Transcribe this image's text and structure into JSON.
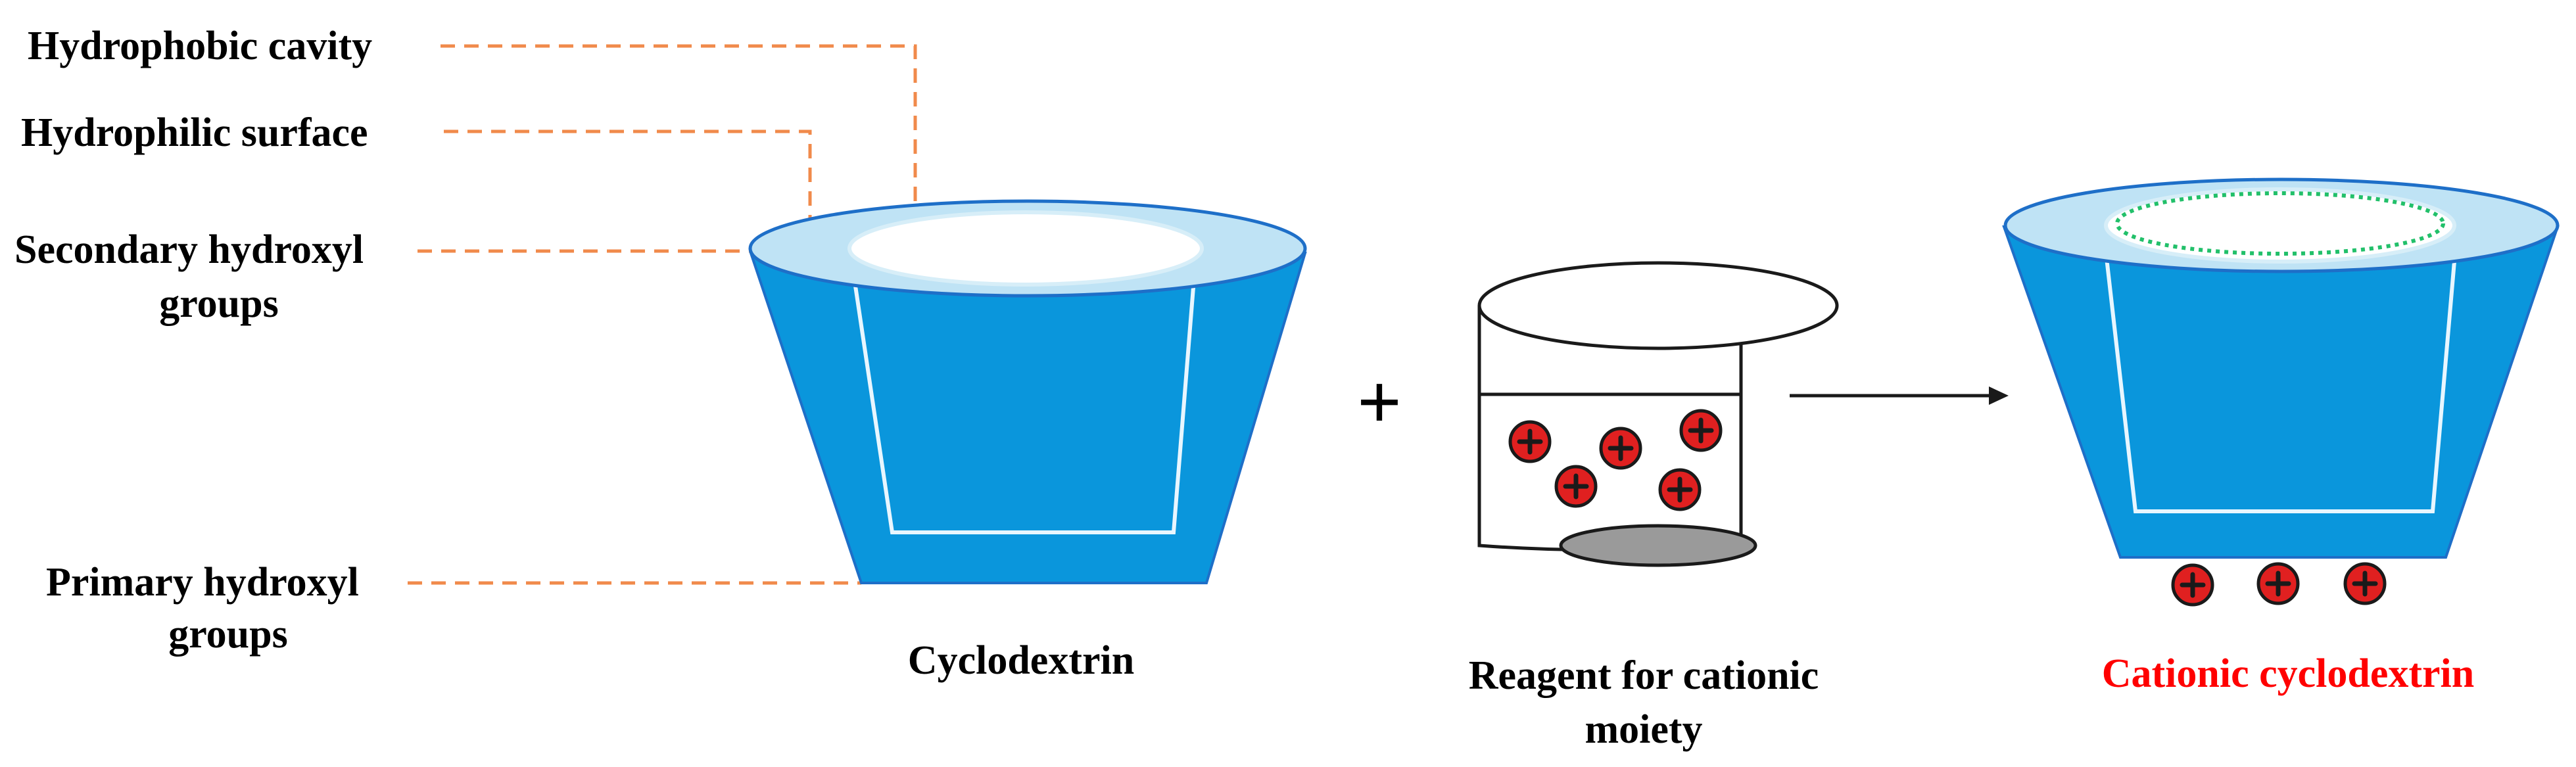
{
  "labels": {
    "hydrophobic_cavity": "Hydrophobic cavity",
    "hydrophilic_surface": "Hydrophilic surface",
    "secondary_hydroxyl_line1": "Secondary hydroxyl",
    "secondary_hydroxyl_line2": "groups",
    "primary_hydroxyl_line1": "Primary hydroxyl",
    "primary_hydroxyl_line2": "groups",
    "cyclodextrin": "Cyclodextrin",
    "reagent_line1": "Reagent for cationic",
    "reagent_line2": "moiety",
    "cationic_cyclodextrin": "Cationic cyclodextrin"
  },
  "operators": {
    "plus": "+"
  },
  "charge_symbol": "+",
  "colors": {
    "cone_fill": "#0a96dc",
    "cone_outline": "#1e6fc8",
    "rim_fill": "#bfe3f5",
    "cavity_highlight": "#ffffff",
    "leader_line": "#f08a4b",
    "charge_fill": "#e02020",
    "beaker_base": "#9a9a9a",
    "product_label": "#ff0000",
    "dotted_ring": "#22c06a"
  }
}
